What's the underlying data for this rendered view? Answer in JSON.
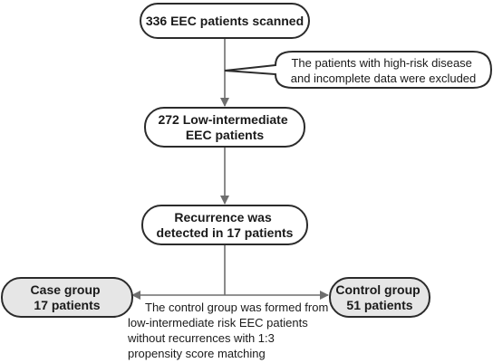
{
  "nodes": {
    "scanned": {
      "lines": [
        "336 EEC patients scanned"
      ]
    },
    "exclusion_note": {
      "lines": [
        "The patients with high-risk disease",
        "and incomplete data were excluded"
      ]
    },
    "low_intermediate": {
      "lines": [
        "272 Low-intermediate",
        "EEC patients"
      ]
    },
    "recurrence": {
      "lines": [
        "Recurrence was",
        "detected in 17 patients"
      ]
    },
    "case_group": {
      "lines": [
        "Case group",
        "17 patients"
      ]
    },
    "control_group": {
      "lines": [
        "Control group",
        "51 patients"
      ]
    },
    "matching_note": {
      "lines": [
        "The control group was formed from",
        "low-intermediate risk EEC patients",
        "without recurrences with 1:3",
        "propensity score matching"
      ]
    }
  },
  "colors": {
    "outline": "#2b2b2b",
    "edge": "#6e6e6e",
    "group_fill": "#e6e6e6",
    "box_fill": "#ffffff"
  }
}
